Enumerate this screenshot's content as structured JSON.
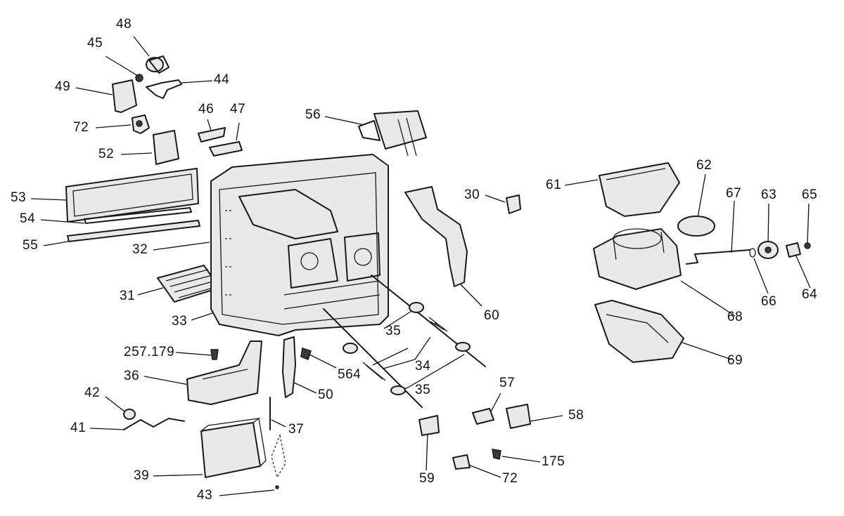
{
  "callouts": [
    {
      "id": "48",
      "text": "48"
    },
    {
      "id": "45",
      "text": "45"
    },
    {
      "id": "44",
      "text": "44"
    },
    {
      "id": "49",
      "text": "49"
    },
    {
      "id": "46",
      "text": "46"
    },
    {
      "id": "47",
      "text": "47"
    },
    {
      "id": "56",
      "text": "56"
    },
    {
      "id": "72a",
      "text": "72"
    },
    {
      "id": "52",
      "text": "52"
    },
    {
      "id": "53",
      "text": "53"
    },
    {
      "id": "54",
      "text": "54"
    },
    {
      "id": "55",
      "text": "55"
    },
    {
      "id": "32",
      "text": "32"
    },
    {
      "id": "31",
      "text": "31"
    },
    {
      "id": "33",
      "text": "33"
    },
    {
      "id": "30",
      "text": "30"
    },
    {
      "id": "60",
      "text": "60"
    },
    {
      "id": "35a",
      "text": "35"
    },
    {
      "id": "34",
      "text": "34"
    },
    {
      "id": "35b",
      "text": "35"
    },
    {
      "id": "257",
      "text": "257.179"
    },
    {
      "id": "36",
      "text": "36"
    },
    {
      "id": "564",
      "text": "564"
    },
    {
      "id": "50",
      "text": "50"
    },
    {
      "id": "42",
      "text": "42"
    },
    {
      "id": "41",
      "text": "41"
    },
    {
      "id": "37",
      "text": "37"
    },
    {
      "id": "39",
      "text": "39"
    },
    {
      "id": "43",
      "text": "43"
    },
    {
      "id": "57",
      "text": "57"
    },
    {
      "id": "58",
      "text": "58"
    },
    {
      "id": "59",
      "text": "59"
    },
    {
      "id": "175",
      "text": "175"
    },
    {
      "id": "72b",
      "text": "72"
    },
    {
      "id": "61",
      "text": "61"
    },
    {
      "id": "62",
      "text": "62"
    },
    {
      "id": "67",
      "text": "67"
    },
    {
      "id": "63",
      "text": "63"
    },
    {
      "id": "65",
      "text": "65"
    },
    {
      "id": "68",
      "text": "68"
    },
    {
      "id": "66",
      "text": "66"
    },
    {
      "id": "64",
      "text": "64"
    },
    {
      "id": "69",
      "text": "69"
    }
  ]
}
